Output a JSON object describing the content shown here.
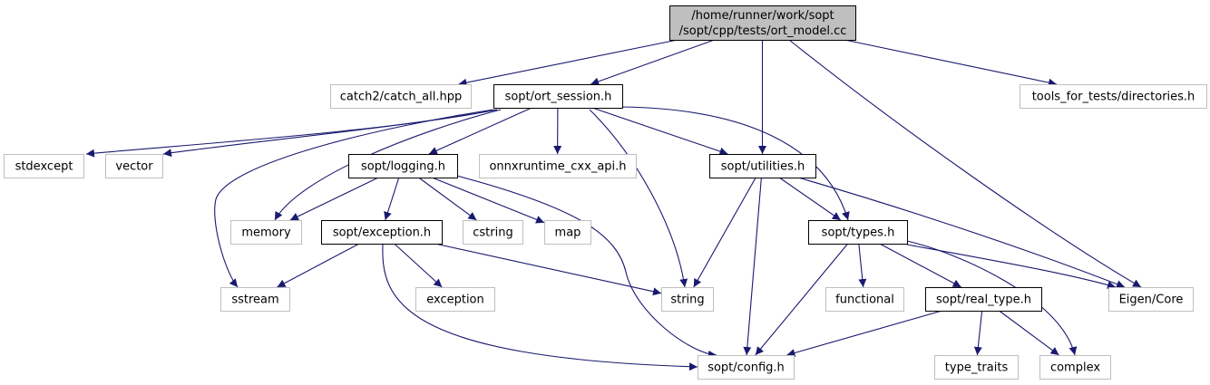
{
  "colors": {
    "edge": "#191970",
    "root_fill": "#bfbfbf",
    "project_border": "#000000",
    "external_border": "#bfbfbf",
    "node_fill": "#ffffff",
    "text": "#000000"
  },
  "nodes": {
    "root": {
      "lines": [
        "/home/runner/work/sopt",
        "/sopt/cpp/tests/ort_model.cc"
      ],
      "kind": "root"
    },
    "catch2": {
      "lines": [
        "catch2/catch_all.hpp"
      ],
      "kind": "external"
    },
    "ort_session": {
      "lines": [
        "sopt/ort_session.h"
      ],
      "kind": "project"
    },
    "tools": {
      "lines": [
        "tools_for_tests/directories.h"
      ],
      "kind": "external"
    },
    "stdexcept": {
      "lines": [
        "stdexcept"
      ],
      "kind": "external"
    },
    "vector": {
      "lines": [
        "vector"
      ],
      "kind": "external"
    },
    "logging": {
      "lines": [
        "sopt/logging.h"
      ],
      "kind": "project"
    },
    "onnx": {
      "lines": [
        "onnxruntime_cxx_api.h"
      ],
      "kind": "external"
    },
    "utilities": {
      "lines": [
        "sopt/utilities.h"
      ],
      "kind": "project"
    },
    "memory": {
      "lines": [
        "memory"
      ],
      "kind": "external"
    },
    "exception_h": {
      "lines": [
        "sopt/exception.h"
      ],
      "kind": "project"
    },
    "cstring": {
      "lines": [
        "cstring"
      ],
      "kind": "external"
    },
    "map": {
      "lines": [
        "map"
      ],
      "kind": "external"
    },
    "types": {
      "lines": [
        "sopt/types.h"
      ],
      "kind": "project"
    },
    "sstream": {
      "lines": [
        "sstream"
      ],
      "kind": "external"
    },
    "exception": {
      "lines": [
        "exception"
      ],
      "kind": "external"
    },
    "string": {
      "lines": [
        "string"
      ],
      "kind": "external"
    },
    "functional": {
      "lines": [
        "functional"
      ],
      "kind": "external"
    },
    "real_type": {
      "lines": [
        "sopt/real_type.h"
      ],
      "kind": "project"
    },
    "eigen": {
      "lines": [
        "Eigen/Core"
      ],
      "kind": "external"
    },
    "config": {
      "lines": [
        "sopt/config.h"
      ],
      "kind": "external"
    },
    "type_traits": {
      "lines": [
        "type_traits"
      ],
      "kind": "external"
    },
    "complex": {
      "lines": [
        "complex"
      ],
      "kind": "external"
    }
  },
  "edges": [
    [
      "root",
      "catch2"
    ],
    [
      "root",
      "ort_session"
    ],
    [
      "root",
      "utilities"
    ],
    [
      "root",
      "eigen"
    ],
    [
      "root",
      "tools"
    ],
    [
      "ort_session",
      "stdexcept"
    ],
    [
      "ort_session",
      "vector"
    ],
    [
      "ort_session",
      "logging"
    ],
    [
      "ort_session",
      "onnx"
    ],
    [
      "ort_session",
      "utilities"
    ],
    [
      "ort_session",
      "types"
    ],
    [
      "ort_session",
      "memory"
    ],
    [
      "ort_session",
      "sstream"
    ],
    [
      "ort_session",
      "string"
    ],
    [
      "logging",
      "memory"
    ],
    [
      "logging",
      "exception_h"
    ],
    [
      "logging",
      "cstring"
    ],
    [
      "logging",
      "map"
    ],
    [
      "logging",
      "config"
    ],
    [
      "exception_h",
      "sstream"
    ],
    [
      "exception_h",
      "exception"
    ],
    [
      "exception_h",
      "string"
    ],
    [
      "exception_h",
      "config"
    ],
    [
      "utilities",
      "types"
    ],
    [
      "utilities",
      "string"
    ],
    [
      "utilities",
      "config"
    ],
    [
      "utilities",
      "eigen"
    ],
    [
      "types",
      "functional"
    ],
    [
      "types",
      "real_type"
    ],
    [
      "types",
      "eigen"
    ],
    [
      "types",
      "complex"
    ],
    [
      "types",
      "config"
    ],
    [
      "real_type",
      "config"
    ],
    [
      "real_type",
      "type_traits"
    ],
    [
      "real_type",
      "complex"
    ]
  ]
}
